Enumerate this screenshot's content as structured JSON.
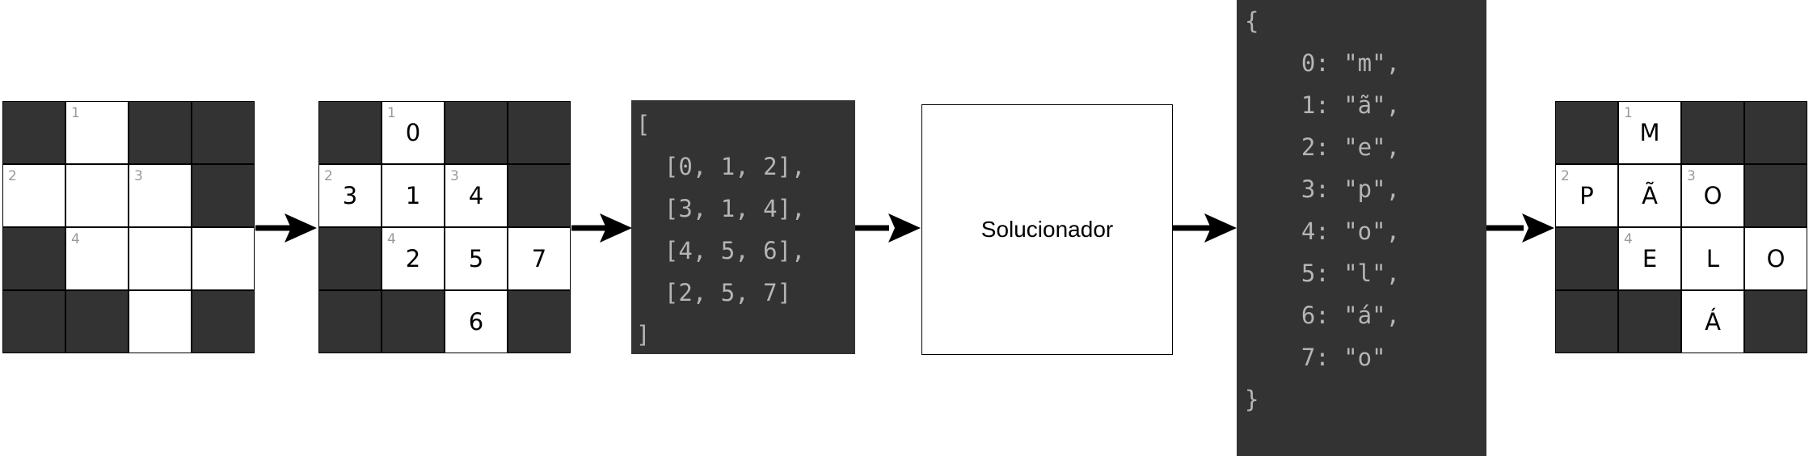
{
  "grid1": {
    "cells": [
      {
        "r": 0,
        "c": 0,
        "black": true,
        "clue": "",
        "val": ""
      },
      {
        "r": 0,
        "c": 1,
        "black": false,
        "clue": "1",
        "val": ""
      },
      {
        "r": 0,
        "c": 2,
        "black": true,
        "clue": "",
        "val": ""
      },
      {
        "r": 0,
        "c": 3,
        "black": true,
        "clue": "",
        "val": ""
      },
      {
        "r": 1,
        "c": 0,
        "black": false,
        "clue": "2",
        "val": ""
      },
      {
        "r": 1,
        "c": 1,
        "black": false,
        "clue": "",
        "val": ""
      },
      {
        "r": 1,
        "c": 2,
        "black": false,
        "clue": "3",
        "val": ""
      },
      {
        "r": 1,
        "c": 3,
        "black": true,
        "clue": "",
        "val": ""
      },
      {
        "r": 2,
        "c": 0,
        "black": true,
        "clue": "",
        "val": ""
      },
      {
        "r": 2,
        "c": 1,
        "black": false,
        "clue": "4",
        "val": ""
      },
      {
        "r": 2,
        "c": 2,
        "black": false,
        "clue": "",
        "val": ""
      },
      {
        "r": 2,
        "c": 3,
        "black": false,
        "clue": "",
        "val": ""
      },
      {
        "r": 3,
        "c": 0,
        "black": true,
        "clue": "",
        "val": ""
      },
      {
        "r": 3,
        "c": 1,
        "black": true,
        "clue": "",
        "val": ""
      },
      {
        "r": 3,
        "c": 2,
        "black": false,
        "clue": "",
        "val": ""
      },
      {
        "r": 3,
        "c": 3,
        "black": true,
        "clue": "",
        "val": ""
      }
    ]
  },
  "grid2": {
    "cells": [
      {
        "r": 0,
        "c": 0,
        "black": true,
        "clue": "",
        "val": ""
      },
      {
        "r": 0,
        "c": 1,
        "black": false,
        "clue": "1",
        "val": "0"
      },
      {
        "r": 0,
        "c": 2,
        "black": true,
        "clue": "",
        "val": ""
      },
      {
        "r": 0,
        "c": 3,
        "black": true,
        "clue": "",
        "val": ""
      },
      {
        "r": 1,
        "c": 0,
        "black": false,
        "clue": "2",
        "val": "3"
      },
      {
        "r": 1,
        "c": 1,
        "black": false,
        "clue": "",
        "val": "1"
      },
      {
        "r": 1,
        "c": 2,
        "black": false,
        "clue": "3",
        "val": "4"
      },
      {
        "r": 1,
        "c": 3,
        "black": true,
        "clue": "",
        "val": ""
      },
      {
        "r": 2,
        "c": 0,
        "black": true,
        "clue": "",
        "val": ""
      },
      {
        "r": 2,
        "c": 1,
        "black": false,
        "clue": "4",
        "val": "2"
      },
      {
        "r": 2,
        "c": 2,
        "black": false,
        "clue": "",
        "val": "5"
      },
      {
        "r": 2,
        "c": 3,
        "black": false,
        "clue": "",
        "val": "7"
      },
      {
        "r": 3,
        "c": 0,
        "black": true,
        "clue": "",
        "val": ""
      },
      {
        "r": 3,
        "c": 1,
        "black": true,
        "clue": "",
        "val": ""
      },
      {
        "r": 3,
        "c": 2,
        "black": false,
        "clue": "",
        "val": "6"
      },
      {
        "r": 3,
        "c": 3,
        "black": true,
        "clue": "",
        "val": ""
      }
    ]
  },
  "grid3": {
    "cells": [
      {
        "r": 0,
        "c": 0,
        "black": true,
        "clue": "",
        "val": ""
      },
      {
        "r": 0,
        "c": 1,
        "black": false,
        "clue": "1",
        "val": "M"
      },
      {
        "r": 0,
        "c": 2,
        "black": true,
        "clue": "",
        "val": ""
      },
      {
        "r": 0,
        "c": 3,
        "black": true,
        "clue": "",
        "val": ""
      },
      {
        "r": 1,
        "c": 0,
        "black": false,
        "clue": "2",
        "val": "P"
      },
      {
        "r": 1,
        "c": 1,
        "black": false,
        "clue": "",
        "val": "Ã"
      },
      {
        "r": 1,
        "c": 2,
        "black": false,
        "clue": "3",
        "val": "O"
      },
      {
        "r": 1,
        "c": 3,
        "black": true,
        "clue": "",
        "val": ""
      },
      {
        "r": 2,
        "c": 0,
        "black": true,
        "clue": "",
        "val": ""
      },
      {
        "r": 2,
        "c": 1,
        "black": false,
        "clue": "4",
        "val": "E"
      },
      {
        "r": 2,
        "c": 2,
        "black": false,
        "clue": "",
        "val": "L"
      },
      {
        "r": 2,
        "c": 3,
        "black": false,
        "clue": "",
        "val": "O"
      },
      {
        "r": 3,
        "c": 0,
        "black": true,
        "clue": "",
        "val": ""
      },
      {
        "r": 3,
        "c": 1,
        "black": true,
        "clue": "",
        "val": ""
      },
      {
        "r": 3,
        "c": 2,
        "black": false,
        "clue": "",
        "val": "Á"
      },
      {
        "r": 3,
        "c": 3,
        "black": true,
        "clue": "",
        "val": ""
      }
    ]
  },
  "slots_code": {
    "lines": [
      "[",
      "  [0, 1, 2],",
      "  [3, 1, 4],",
      "  [4, 5, 6],",
      "  [2, 5, 7]",
      "]"
    ]
  },
  "solver": {
    "label": "Solucionador"
  },
  "solution_code": {
    "lines": [
      "{",
      "    0: \"m\",",
      "    1: \"ã\",",
      "    2: \"e\",",
      "    3: \"p\",",
      "    4: \"o\",",
      "    5: \"l\",",
      "    6: \"á\",",
      "    7: \"o\"",
      "}"
    ]
  },
  "colors": {
    "block": "#333333",
    "code_text": "#b5b5b5",
    "clue_text": "#9a9a9a"
  }
}
